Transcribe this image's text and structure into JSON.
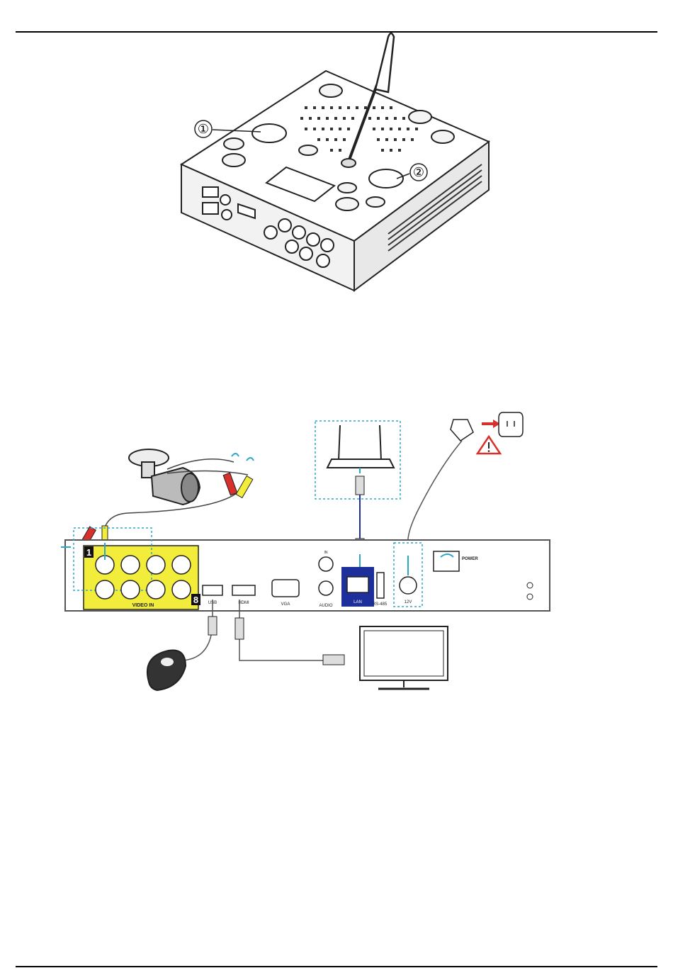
{
  "figure_top": {
    "callouts": [
      "①",
      "②"
    ]
  },
  "figure_bottom": {
    "channel_first": "1",
    "channel_last": "8",
    "labels": {
      "video_in": "VIDEO IN",
      "usb": "USB",
      "hdmi": "HDMI",
      "vga": "VGA",
      "audio": "AUDIO",
      "audio_in": "IN",
      "lan": "LAN",
      "rs485": "RS-485",
      "power_in": "12V",
      "power_switch": "POWER"
    }
  },
  "colors": {
    "accent_blue": "#2ba7c7",
    "highlight_yellow": "#f2ec3a",
    "lan_blue": "#1d2f9a",
    "warning_red": "#d8302a",
    "line_gray": "#555555"
  }
}
